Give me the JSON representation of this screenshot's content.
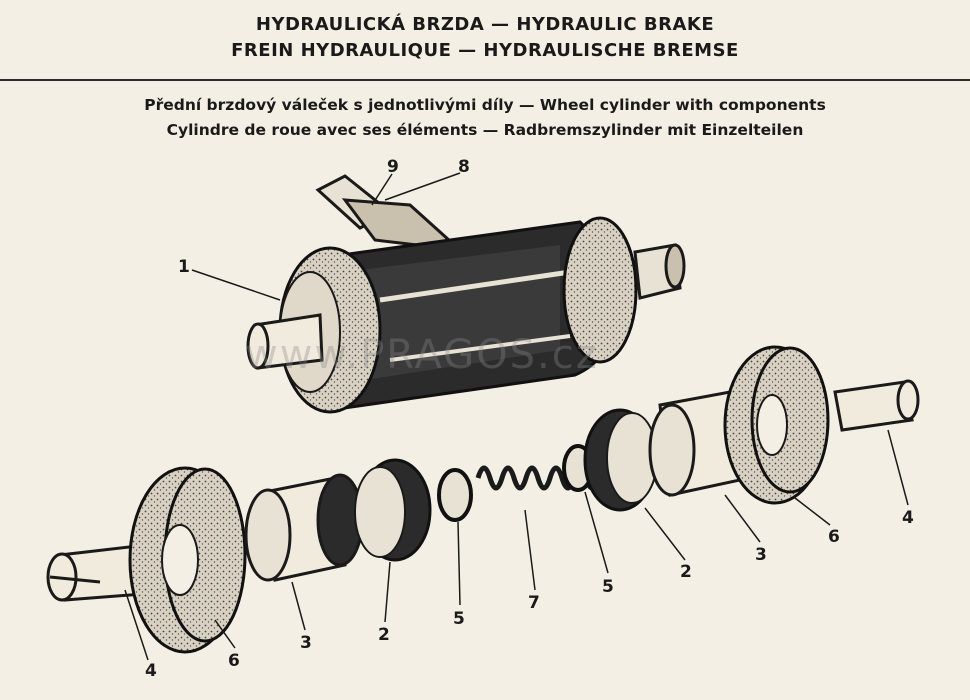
{
  "header": {
    "line1": "HYDRAULICKÁ BRZDA — HYDRAULIC BRAKE",
    "line2": "FREIN HYDRAULIQUE — HYDRAULISCHE BREMSE"
  },
  "caption": {
    "line1": "Přední brzdový váleček s jednotlivými díly — Wheel cylinder with components",
    "line2": "Cylindre de roue avec ses éléments — Radbremszylinder mit Einzelteilen"
  },
  "watermark": "www.PRAGOS.cz",
  "callouts": [
    "1",
    "9",
    "8",
    "4",
    "6",
    "3",
    "2",
    "5",
    "7",
    "5",
    "2",
    "3",
    "6",
    "4"
  ]
}
